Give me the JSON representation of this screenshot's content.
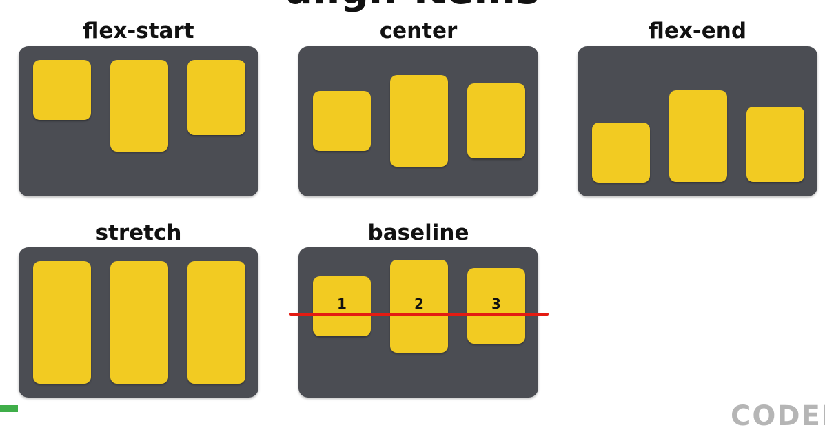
{
  "title": "align-items",
  "panels": {
    "flex_start": {
      "label": "flex-start"
    },
    "center": {
      "label": "center"
    },
    "flex_end": {
      "label": "flex-end"
    },
    "stretch": {
      "label": "stretch"
    },
    "baseline": {
      "label": "baseline",
      "item_labels": [
        "1",
        "2",
        "3"
      ]
    }
  },
  "colors": {
    "container": "#4b4d53",
    "item": "#f2cb22",
    "baseline_marker": "#e41b12",
    "brand_mark": "#3fae49"
  },
  "brand": {
    "text": "CODEIT"
  }
}
